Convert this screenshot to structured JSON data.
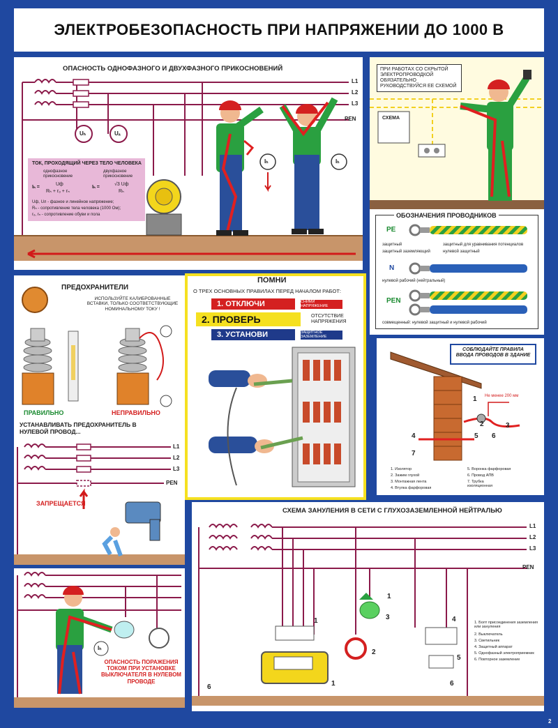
{
  "title": "ЭЛЕКТРОБЕЗОПАСНОСТЬ ПРИ НАПРЯЖЕНИИ ДО 1000 В",
  "panel1": {
    "heading": "ОПАСНОСТЬ ОДНОФАЗНОГО И ДВУХФАЗНОГО ПРИКОСНОВЕНИЙ",
    "wires": [
      "L1",
      "L2",
      "L3",
      "PEN"
    ],
    "meters": [
      "Uₕ",
      "Uₐ"
    ],
    "current_labels": [
      "Iₕ",
      "Iₕ"
    ],
    "info": {
      "title": "ТОК, ПРОХОДЯЩИЙ ЧЕРЕЗ ТЕЛО ЧЕЛОВЕКА",
      "col1": "однофазное прикосновение",
      "col2": "двухфазное прикосновение",
      "f1_lhs": "Iₕ =",
      "f1_num": "Uф",
      "f1_den": "Rₕ + rₒ + rₙ",
      "f2_lhs": "Iₕ =",
      "f2_num": "√3 Uф",
      "f2_den": "Rₕ",
      "note1": "Uф, Uл - фазное и линейное напряжение;",
      "note2": "Rₕ - сопротивление тела человека (1000 Ом);",
      "note3": "rₒ, rₙ - сопротивление обуви и пола"
    }
  },
  "panel2": {
    "sign": "ПРИ РАБОТАХ СО СКРЫТОЙ ЭЛЕКТРОПРОВОДКОЙ ОБЯЗАТЕЛЬНО РУКОВОДСТВУЙСЯ ЕЕ СХЕМОЙ",
    "scheme": "СХЕМА"
  },
  "panel3": {
    "heading": "ОБОЗНАЧЕНИЯ ПРОВОДНИКОВ",
    "pe": "PE",
    "n": "N",
    "pen": "PEN",
    "items": [
      "защитный",
      "защитный заземляющий",
      "защитный для уравнивания потенциалов",
      "нулевой защитный",
      "нулевой рабочий (нейтральный)",
      "совмещенный: нулевой защитный и нулевой рабочий"
    ],
    "colors": {
      "pe_stripe1": "#f2d020",
      "pe_stripe2": "#2aa040",
      "n": "#2a60b8"
    }
  },
  "panel4": {
    "heading": "ПРЕДОХРАНИТЕЛИ",
    "note": "ИСПОЛЬЗУЙТЕ КАЛИБРОВАННЫЕ ВСТАВКИ, ТОЛЬКО СООТВЕТСТВУЮЩИЕ НОМИНАЛЬНОМУ ТОКУ !",
    "right": "ПРАВИЛЬНО",
    "wrong": "НЕПРАВИЛЬНО",
    "install": "УСТАНАВЛИВАТЬ ПРЕДОХРАНИТЕЛЬ В НУЛЕВОЙ ПРОВОД...",
    "wires": [
      "L1",
      "L2",
      "L3",
      "PEN"
    ],
    "forbidden": "ЗАПРЕЩАЕТСЯ"
  },
  "panel5": {
    "heading": "ПОМНИ",
    "subheading": "О ТРЕХ ОСНОВНЫХ ПРАВИЛАХ ПЕРЕД НАЧАЛОМ РАБОТ:",
    "rules": [
      {
        "label": "1. ОТКЛЮЧИ",
        "desc": "СНИМИ НАПРЯЖЕНИЕ",
        "bg": "#d42020",
        "fg": "#ffffff"
      },
      {
        "label": "2. ПРОВЕРЬ",
        "desc": "ОТСУТСТВИЕ НАПРЯЖЕНИЯ",
        "bg": "#f5e020",
        "fg": "#111111"
      },
      {
        "label": "3. УСТАНОВИ",
        "desc": "ЗАЩИТНОЕ ЗАЗЕМЛЕНИЕ",
        "bg": "#1f3a8a",
        "fg": "#ffffff"
      }
    ]
  },
  "panel6": {
    "sign": "СОБЛЮДАЙТЕ ПРАВИЛА ВВОДА ПРОВОДОВ В ЗДАНИЕ",
    "distance": "Не менее 200 мм",
    "numbers": [
      "1",
      "2",
      "3",
      "4",
      "5",
      "6",
      "7"
    ],
    "legend_left": [
      "1. Изолятор",
      "2. Зажим глухой",
      "3. Монтажная лента",
      "4. Втулка фарфоровая"
    ],
    "legend_right": [
      "5. Воронка фарфоровая",
      "6. Провод АПВ",
      "7. Трубка изоляционная"
    ]
  },
  "panel7": {
    "danger": "ОПАСНОСТЬ ПОРАЖЕНИЯ ТОКОМ ПРИ УСТАНОВКЕ ВЫКЛЮЧАТЕЛЯ В НУЛЕВОМ ПРОВОДЕ",
    "current": "Iₕ"
  },
  "panel8": {
    "heading": "СХЕМА ЗАНУЛЕНИЯ В СЕТИ С ГЛУХОЗАЗЕМЛЕННОЙ НЕЙТРАЛЬЮ",
    "wires": [
      "L1",
      "L2",
      "L3",
      "PEN"
    ],
    "numbers": [
      "1",
      "1",
      "1",
      "2",
      "3",
      "4",
      "5",
      "6",
      "6"
    ],
    "legend": [
      "1. Болт присоединения заземления или зануления",
      "2. Выключатель",
      "3. Светильник",
      "4. Защитный аппарат",
      "5. Однофазный электроприемник",
      "6. Повторное заземление"
    ]
  },
  "page_number": "2"
}
